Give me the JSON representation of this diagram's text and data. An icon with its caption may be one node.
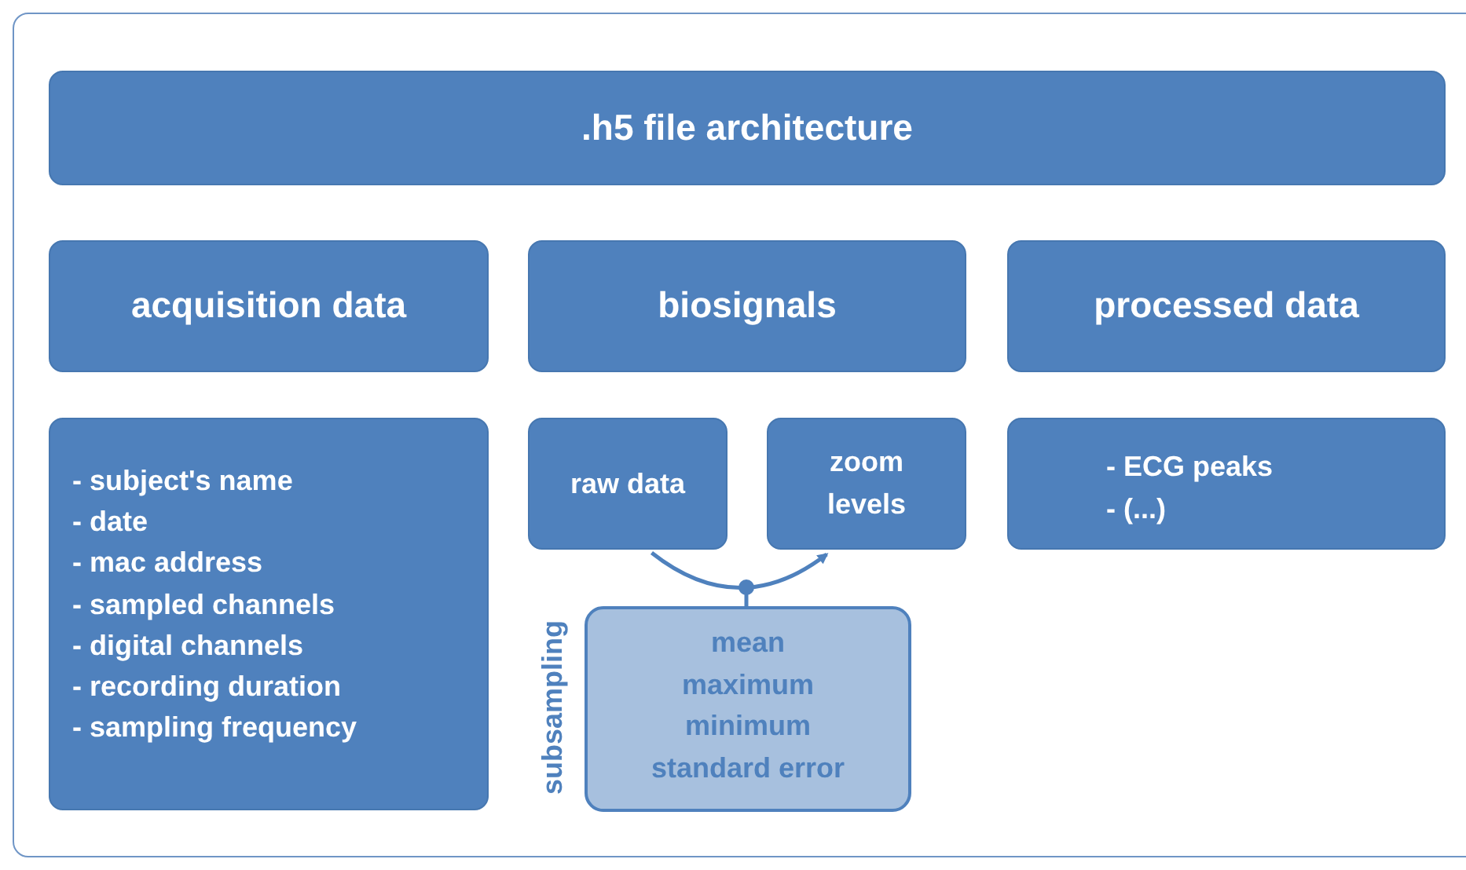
{
  "diagram": {
    "nodes": [
      {
        "text": [
          ".h5 file architecture"
        ]
      },
      {
        "text": [
          "acquisition data"
        ]
      },
      {
        "text": [
          "biosignals"
        ]
      },
      {
        "text": [
          "processed data"
        ]
      },
      {
        "text": [
          "- subject's name",
          "- date",
          "- mac address",
          "- sampled channels",
          "- digital channels",
          "- recording duration",
          "- sampling frequency"
        ]
      },
      {
        "text": [
          "raw data"
        ]
      },
      {
        "text": [
          "zoom levels"
        ]
      },
      {
        "text": [
          "- ECG peaks",
          "- (...)"
        ]
      },
      {
        "text": [
          "subsampling",
          "mean",
          "maximum",
          "minimum",
          "standard error"
        ]
      }
    ],
    "edges": [
      {
        "from": 5,
        "to": 6,
        "arrow": "to"
      },
      {
        "from": 8,
        "to": null,
        "arrow": "other"
      }
    ]
  }
}
